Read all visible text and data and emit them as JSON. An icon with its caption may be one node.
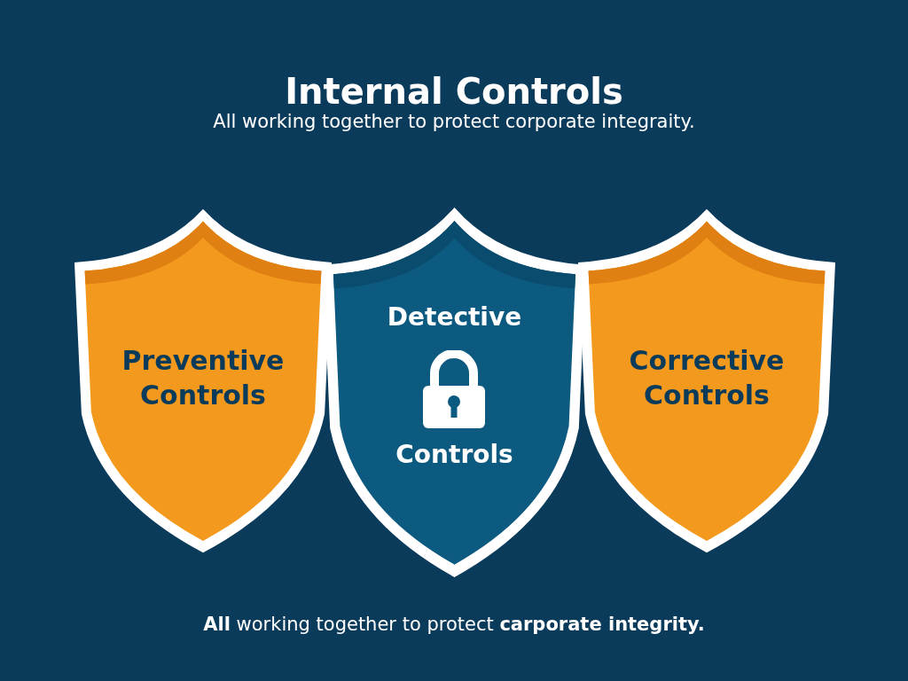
{
  "diagram": {
    "title": "Internal Controls",
    "nodes": [
      {
        "text": [
          "Preventive Controls"
        ]
      },
      {
        "text": [
          "Detective",
          "Controls"
        ]
      },
      {
        "text": [
          "Corrective Controls"
        ]
      }
    ],
    "labels": [
      "All working together to protect corporate integraity."
    ],
    "caption": "**All** working together to protect **carporate integrity.**"
  }
}
